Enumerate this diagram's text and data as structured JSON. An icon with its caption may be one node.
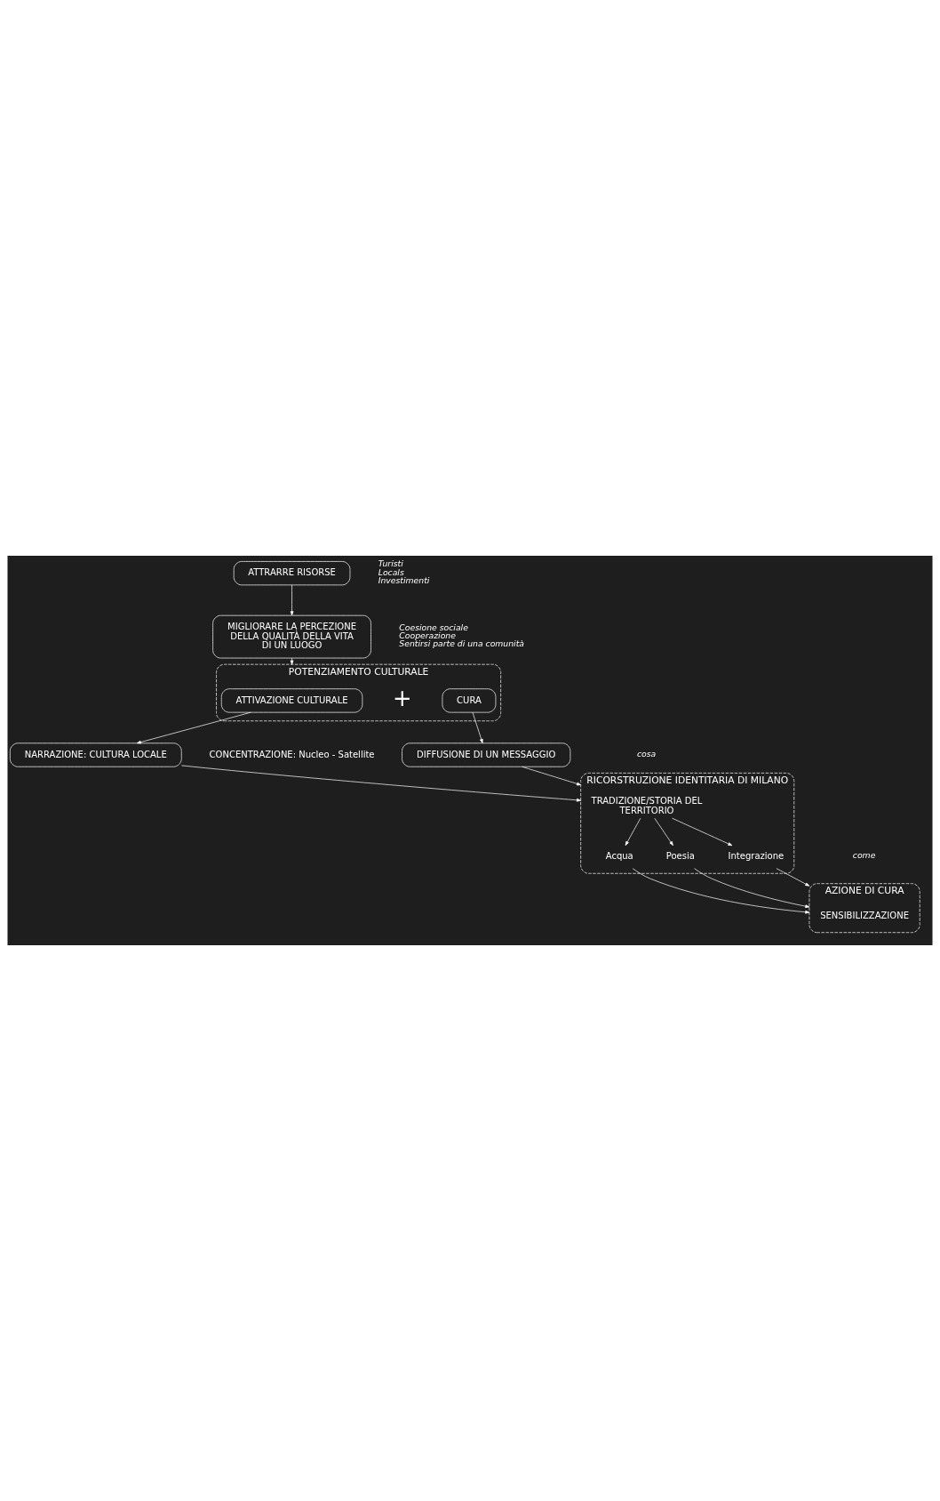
{
  "diagram": {
    "nodes": [
      {
        "text": [
          "ATTRARRE RISORSE"
        ],
        "beside": [
          "Turisti",
          "Locals",
          "Investimenti"
        ]
      },
      {
        "text": [
          "MIGLIORARE LA PERCEZIONE DELLA QUALITÀ DELLA VITA DI UN LUOGO"
        ],
        "beside": [
          "Coesione sociale",
          "Cooperazione",
          "Sentirsi parte di una comunità"
        ]
      },
      {
        "text": [
          "POTENZIAMENTO CULTURALE"
        ]
      },
      {
        "text": [
          "ATTIVAZIONE CULTURALE"
        ],
        "in": 2
      },
      {
        "text": [
          "CURA"
        ],
        "in": 2
      },
      {
        "text": [
          "NARRAZIONE: CULTURA LOCALE"
        ]
      },
      {
        "text": [
          "DIFFUSIONE DI UN MESSAGGIO"
        ]
      },
      {
        "text": [
          "RICORSTRUZIONE IDENTITARIA DI MILANO"
        ],
        "beside": [
          "cosa"
        ]
      },
      {
        "text": [
          "TRADIZIONE/STORIA DEL TERRITORIO"
        ],
        "in": 7
      },
      {
        "text": [
          "Acqua"
        ],
        "in": 7
      },
      {
        "text": [
          "Poesia"
        ],
        "in": 7
      },
      {
        "text": [
          "Integrazione"
        ],
        "in": 7
      },
      {
        "text": [
          "AZIONE DI CURA"
        ],
        "beside": [
          "come"
        ]
      },
      {
        "text": [
          "SENSIBILIZZAZIONE"
        ],
        "in": 12
      }
    ],
    "edges": [
      {
        "from": 0,
        "to": 1,
        "arrow": "to"
      },
      {
        "from": 1,
        "to": 2,
        "arrow": "to"
      },
      {
        "from": 3,
        "to": 5,
        "arrow": "to"
      },
      {
        "from": 4,
        "to": 6,
        "arrow": "to"
      },
      {
        "from": 5,
        "to": 7,
        "arrow": "to"
      },
      {
        "from": 6,
        "to": 7,
        "arrow": "to"
      },
      {
        "from": 8,
        "to": 9,
        "arrow": "to"
      },
      {
        "from": 8,
        "to": 10,
        "arrow": "to"
      },
      {
        "from": 8,
        "to": 11,
        "arrow": "to"
      },
      {
        "from": 9,
        "to": 12,
        "arrow": "to"
      },
      {
        "from": 10,
        "to": 12,
        "arrow": "to"
      },
      {
        "from": 11,
        "to": 12,
        "arrow": "to"
      }
    ],
    "labels": [
      "+",
      "CONCENTRAZIONE: Nucleo - Satellite"
    ]
  }
}
